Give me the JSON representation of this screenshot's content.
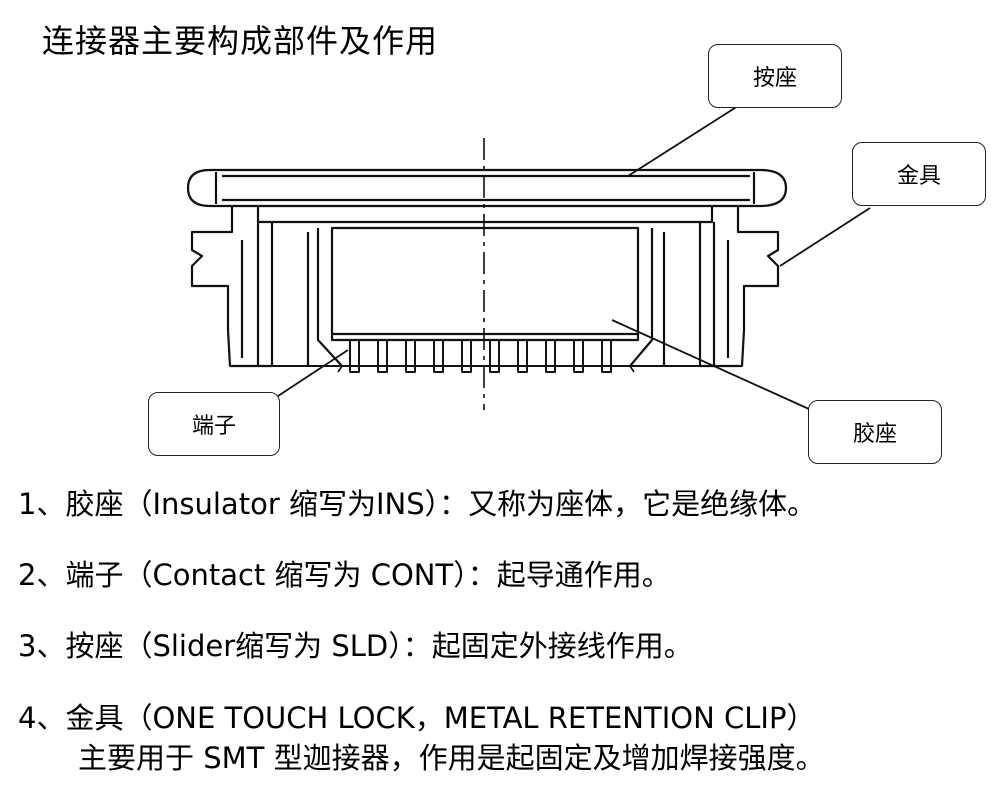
{
  "title": "连接器主要构成部件及作用",
  "callouts": {
    "slider": "按座",
    "clip": "金具",
    "contact": "端子",
    "insulator": "胶座"
  },
  "items": [
    {
      "line1": "1、胶座（Insulator 缩写为INS）：又称为座体，它是绝缘体。"
    },
    {
      "line1": "2、端子（Contact 缩写为 CONT）：起导通作用。"
    },
    {
      "line1": "3、按座（Slider缩写为 SLD）：起固定外接线作用。"
    },
    {
      "line1": "4、金具（ONE TOUCH  LOCK，METAL RETENTION CLIP）",
      "line2": "主要用于 SMT 型迦接器，作用是起固定及增加焊接强度。"
    }
  ]
}
